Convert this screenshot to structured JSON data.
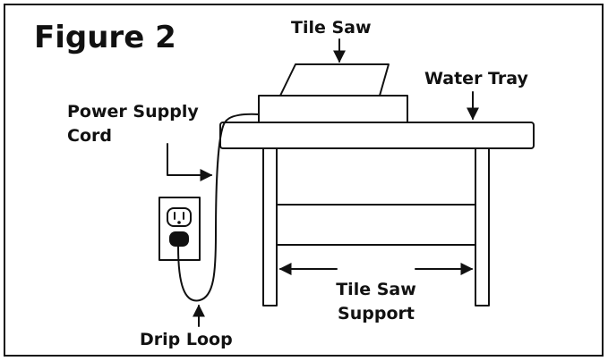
{
  "figure": {
    "title": "Figure 2",
    "labels": {
      "tile_saw": "Tile Saw",
      "water_tray": "Water Tray",
      "power_supply_cord_line1": "Power Supply",
      "power_supply_cord_line2": "Cord",
      "drip_loop": "Drip Loop",
      "tile_saw_support_line1": "Tile Saw",
      "tile_saw_support_line2": "Support"
    }
  }
}
